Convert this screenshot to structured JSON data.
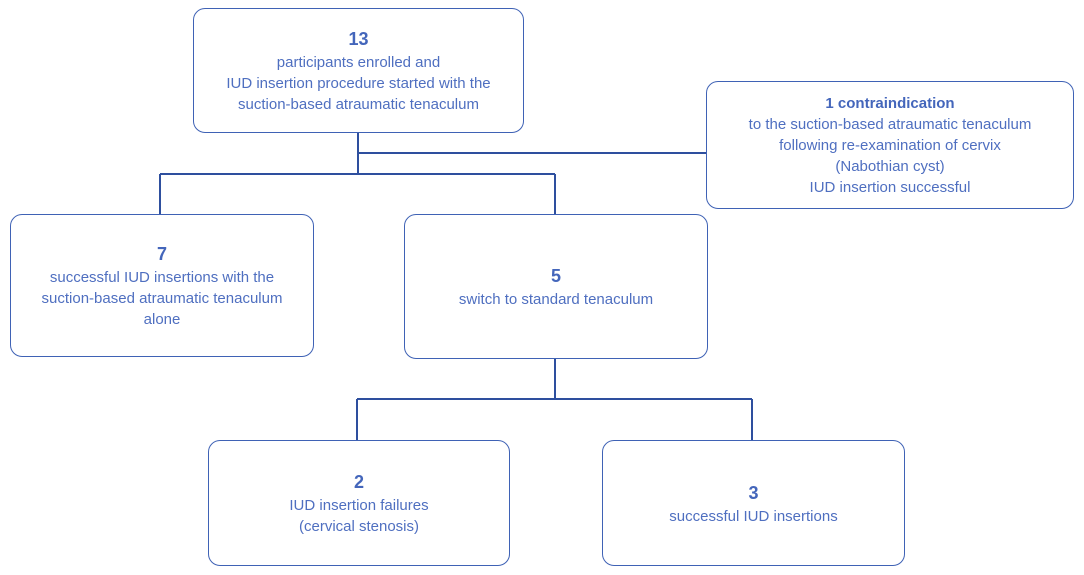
{
  "diagram": {
    "enrolled": {
      "count": "13",
      "lines": [
        "participants enrolled and",
        "IUD insertion procedure started with the",
        "suction-based atraumatic tenaculum"
      ]
    },
    "contraindication": {
      "heading": "1 contraindication",
      "lines": [
        "to the suction-based atraumatic tenaculum",
        "following re-examination of cervix",
        "(Nabothian cyst)",
        "IUD insertion successful"
      ]
    },
    "successful_alone": {
      "count": "7",
      "lines": [
        "successful IUD insertions with the",
        "suction-based atraumatic tenaculum",
        "alone"
      ]
    },
    "switch": {
      "count": "5",
      "lines": [
        "switch to standard tenaculum"
      ]
    },
    "failures": {
      "count": "2",
      "lines": [
        "IUD insertion failures",
        "(cervical stenosis)"
      ]
    },
    "successful": {
      "count": "3",
      "lines": [
        "successful IUD insertions"
      ]
    }
  },
  "colors": {
    "border": "#3f62b5",
    "text": "#4f6fc0",
    "connector": "#2e4f9e"
  }
}
